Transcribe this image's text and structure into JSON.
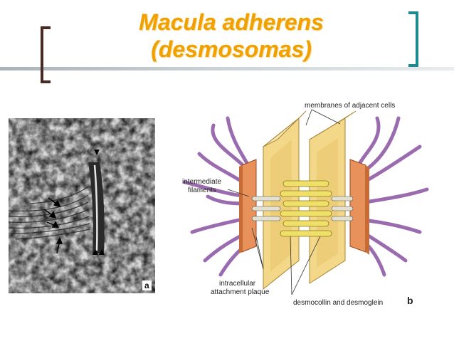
{
  "slide": {
    "title_line1": "Macula adherens",
    "title_line2": "(desmosomas)"
  },
  "panel_a": {
    "label": "a"
  },
  "panel_b": {
    "label": "b",
    "labels": {
      "membranes": "membranes of adjacent cells",
      "intermediate_line1": "intermediate",
      "intermediate_line2": "filaments",
      "plaque_line1": "intracellular",
      "plaque_line2": "attachment plaque",
      "desmocollin": "desmocollin and desmoglein"
    }
  },
  "colors": {
    "title": "#f0a000",
    "left_bracket": "#4a2a22",
    "right_bracket": "#1f8a8e",
    "membrane": "#f3d88a",
    "plaque": "#e8915a",
    "filament": "#9b6bb0",
    "cadherin": "#efe06a"
  },
  "icons": [
    "left-bracket-decoration",
    "right-bracket-decoration"
  ]
}
